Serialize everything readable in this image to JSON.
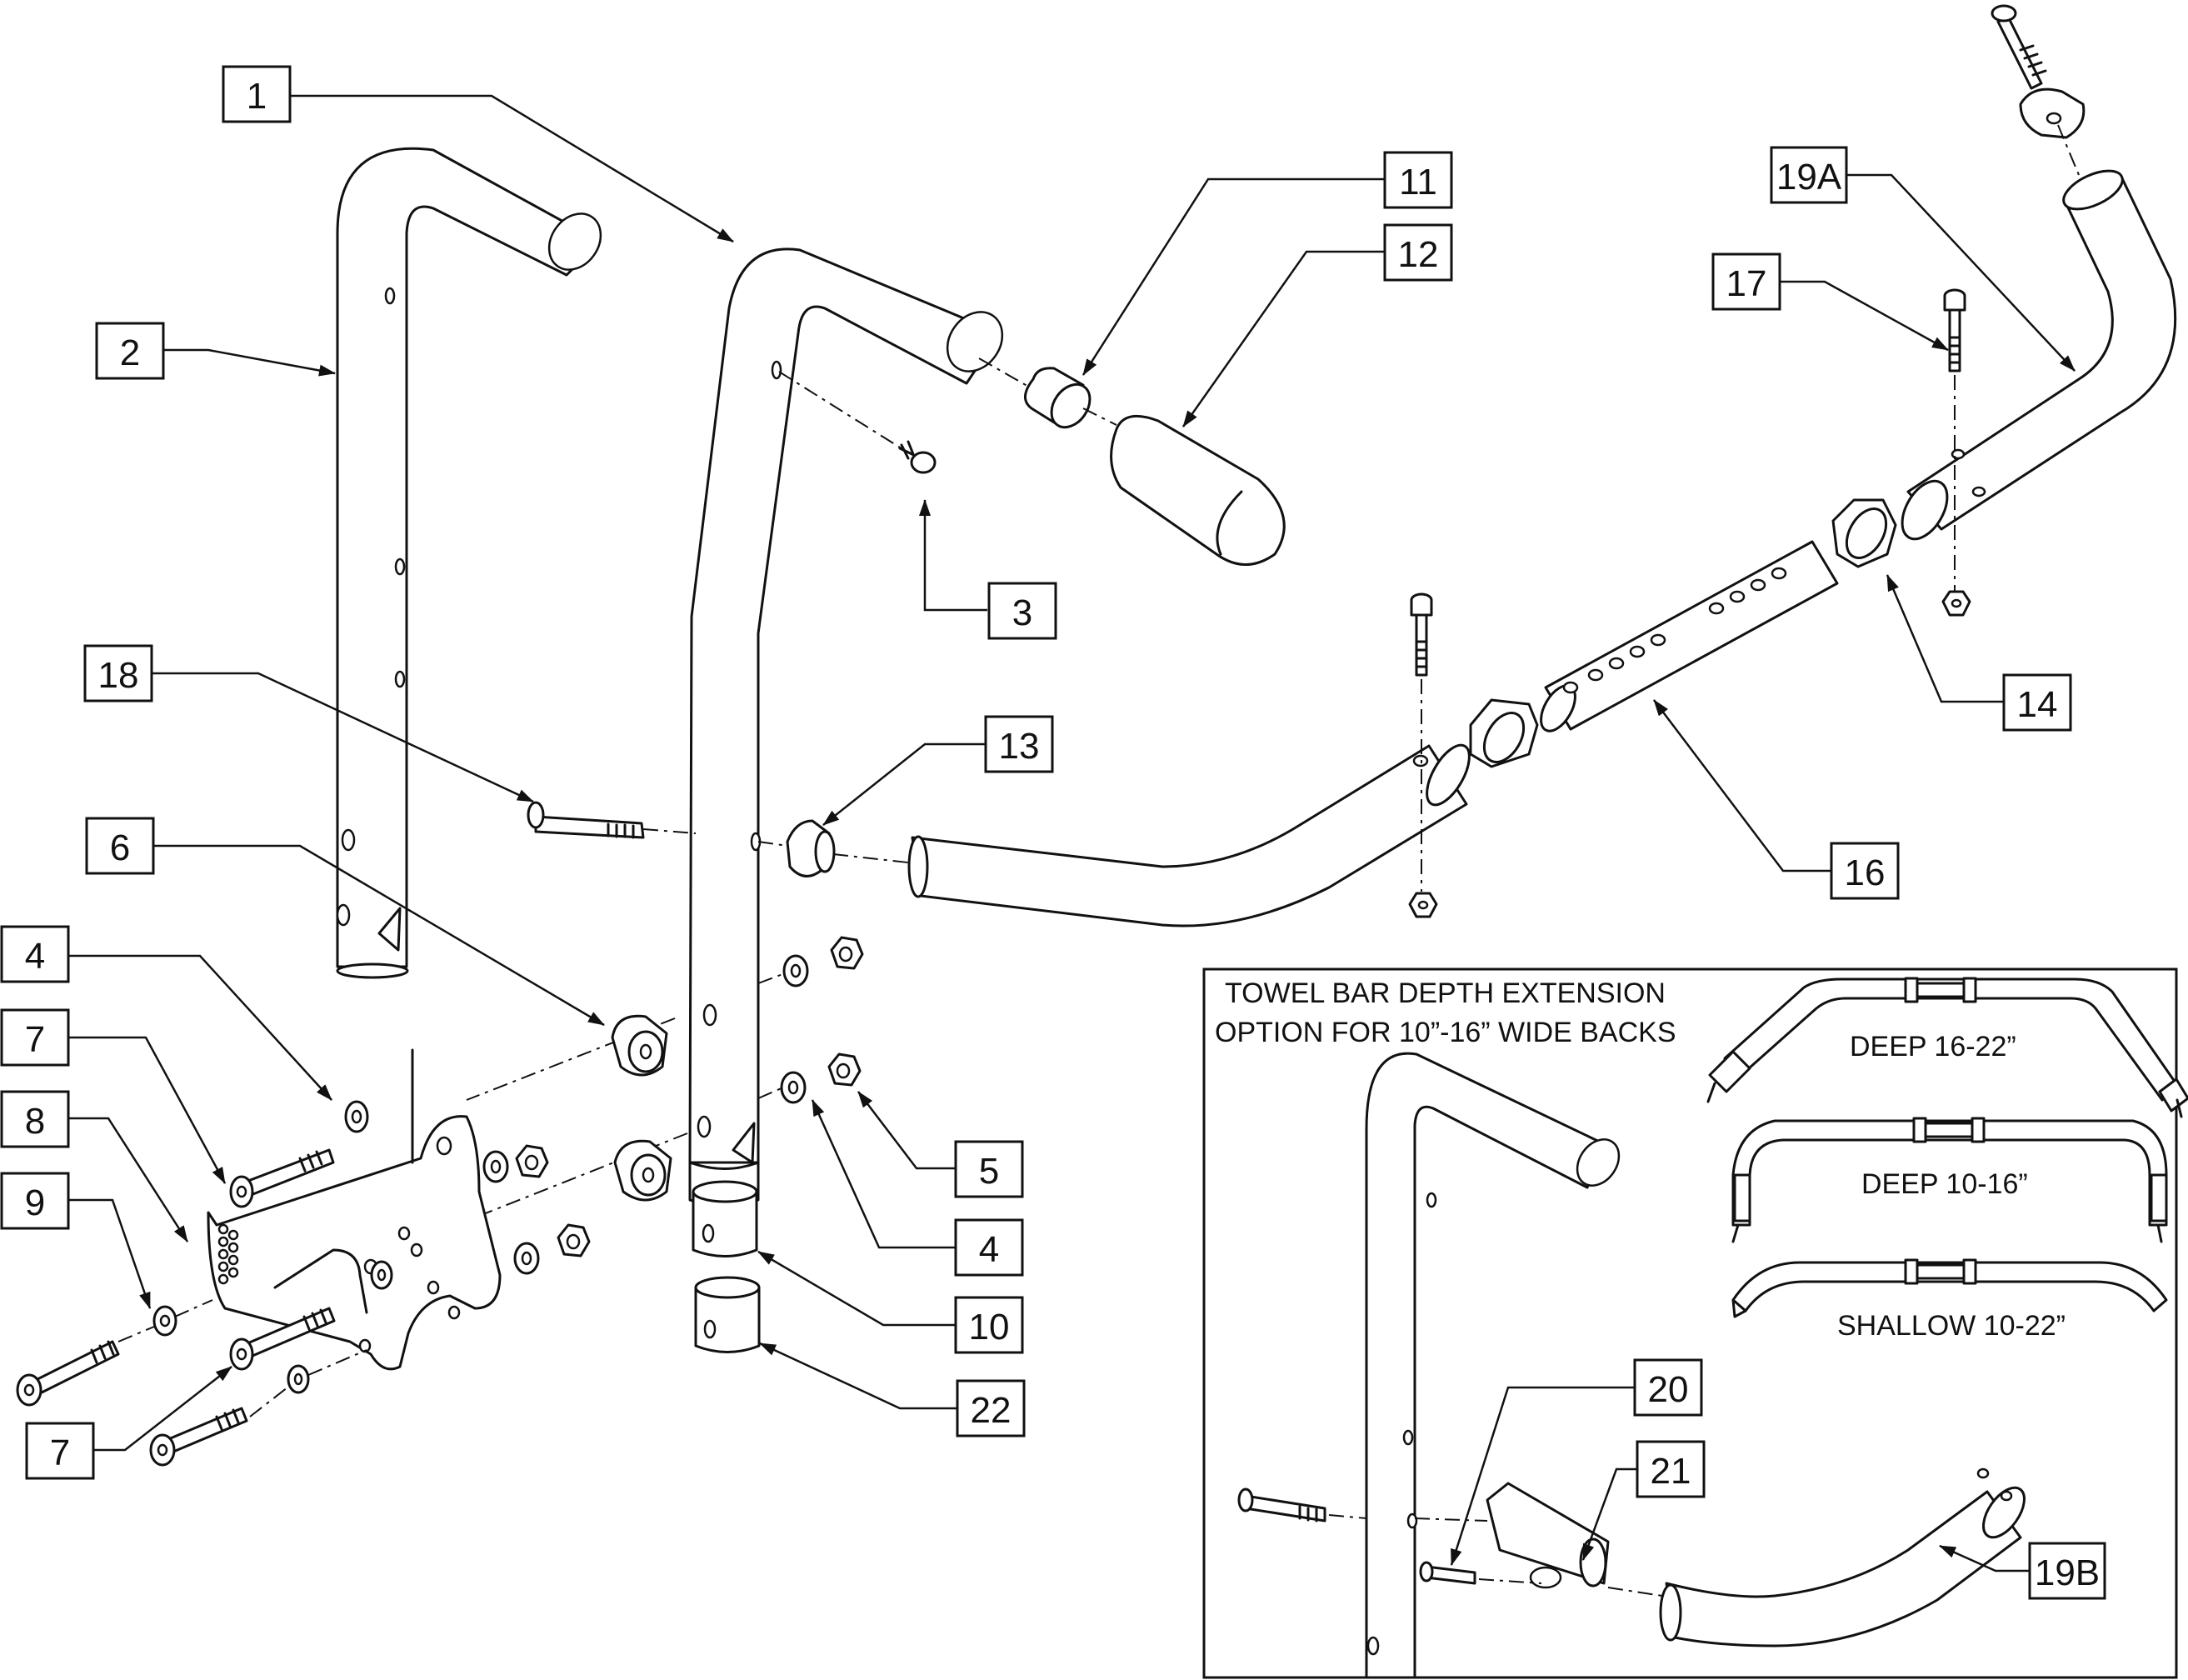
{
  "inset": {
    "title_line1": "TOWEL BAR DEPTH EXTENSION",
    "title_line2": "OPTION FOR 10”-16” WIDE BACKS",
    "options": [
      {
        "name": "deep-16-22",
        "label": "DEEP 16-22”"
      },
      {
        "name": "deep-10-16",
        "label": "DEEP 10-16”"
      },
      {
        "name": "shallow-10-22",
        "label": "SHALLOW 10-22”"
      }
    ]
  },
  "callouts": [
    {
      "id": "c1",
      "label": "1"
    },
    {
      "id": "c2",
      "label": "2"
    },
    {
      "id": "c3",
      "label": "3"
    },
    {
      "id": "c4a",
      "label": "4"
    },
    {
      "id": "c4b",
      "label": "4"
    },
    {
      "id": "c5",
      "label": "5"
    },
    {
      "id": "c6",
      "label": "6"
    },
    {
      "id": "c7a",
      "label": "7"
    },
    {
      "id": "c7b",
      "label": "7"
    },
    {
      "id": "c8",
      "label": "8"
    },
    {
      "id": "c9",
      "label": "9"
    },
    {
      "id": "c10",
      "label": "10"
    },
    {
      "id": "c11",
      "label": "11"
    },
    {
      "id": "c12",
      "label": "12"
    },
    {
      "id": "c13",
      "label": "13"
    },
    {
      "id": "c14",
      "label": "14"
    },
    {
      "id": "c16",
      "label": "16"
    },
    {
      "id": "c17",
      "label": "17"
    },
    {
      "id": "c18",
      "label": "18"
    },
    {
      "id": "c19a",
      "label": "19A"
    },
    {
      "id": "c19b",
      "label": "19B"
    },
    {
      "id": "c20",
      "label": "20"
    },
    {
      "id": "c21",
      "label": "21"
    },
    {
      "id": "c22",
      "label": "22"
    }
  ]
}
